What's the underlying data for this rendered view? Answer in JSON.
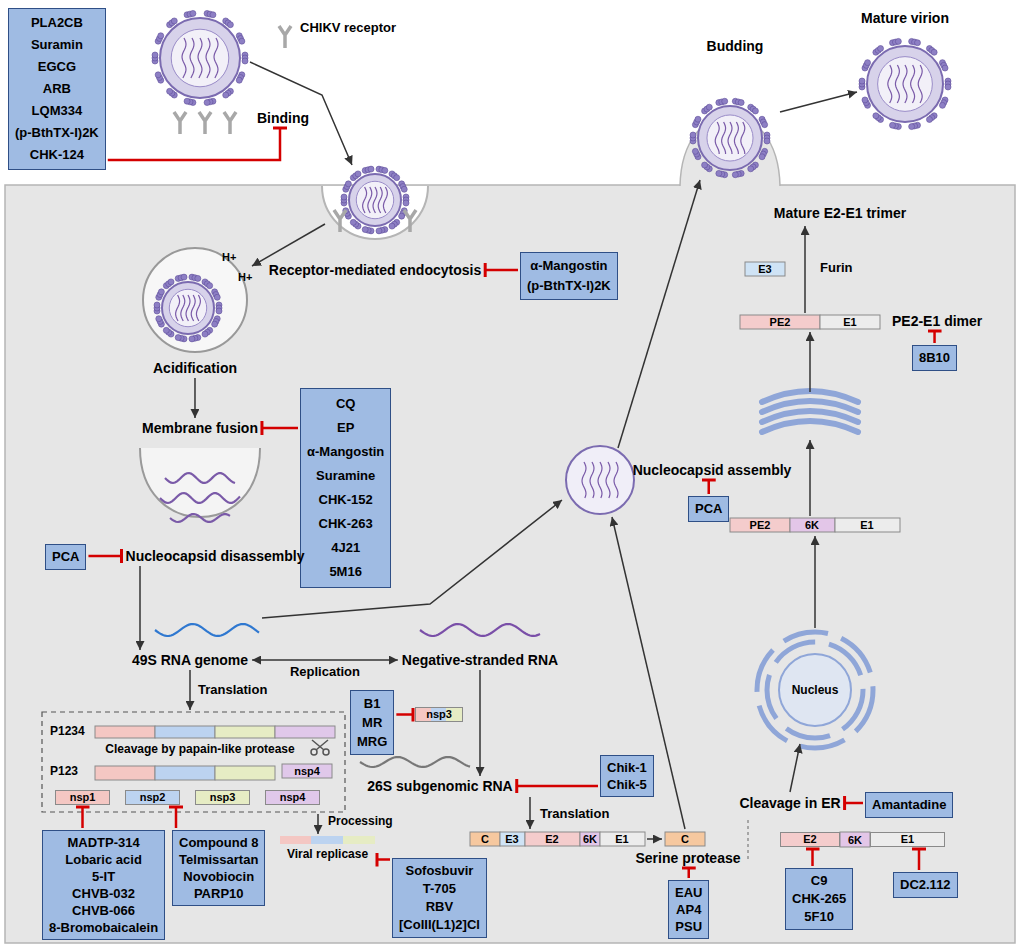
{
  "diagram": {
    "nodes": [
      {
        "text": [
          "PLA2CB",
          "Suramin",
          "EGCG",
          "ARB",
          "LQM334",
          "(p-BthTX-I)2K",
          "CHK-124"
        ]
      },
      {
        "text": [
          "Binding"
        ]
      },
      {
        "text": [
          "Mature virion"
        ]
      },
      {
        "text": [
          "Budding"
        ]
      },
      {
        "text": [
          "Receptor-mediated endocytosis"
        ]
      },
      {
        "text": [
          "α-Mangostin",
          "(p-BthTX-I)2K"
        ]
      },
      {
        "text": [
          "Acidification"
        ]
      },
      {
        "text": [
          "Membrane fusion"
        ]
      },
      {
        "text": [
          "CQ",
          "EP",
          "α-Mangostin",
          "Suramine",
          "CHK-152",
          "CHK-263",
          "4J21",
          "5M16"
        ]
      },
      {
        "text": [
          "Nucleocapsid disassembly"
        ]
      },
      {
        "text": [
          "PCA"
        ]
      },
      {
        "text": [
          "Nucleocapsid assembly"
        ]
      },
      {
        "text": [
          "PCA"
        ]
      },
      {
        "text": [
          "Mature E2-E1 trimer"
        ]
      },
      {
        "text": [
          "PE2-E1 dimer"
        ]
      },
      {
        "text": [
          "8B10"
        ]
      },
      {
        "text": [
          "49S RNA genome"
        ]
      },
      {
        "text": [
          "Negative-stranded RNA"
        ]
      },
      {
        "text": [
          "nsp3"
        ]
      },
      {
        "text": [
          "B1",
          "MR",
          "MRG"
        ]
      },
      {
        "text": [
          "26S subgenomic RNA"
        ]
      },
      {
        "text": [
          "Chik-1",
          "Chik-5"
        ]
      },
      {
        "text": [
          "Cleavage in ER"
        ]
      },
      {
        "text": [
          "Amantadine"
        ]
      },
      {
        "text": [
          "nsp1"
        ]
      },
      {
        "text": [
          "nsp2"
        ]
      },
      {
        "text": [
          "nsp3"
        ]
      },
      {
        "text": [
          "nsp4"
        ]
      },
      {
        "text": [
          "Viral replicase"
        ]
      },
      {
        "text": [
          "Sofosbuvir",
          "T-705",
          "RBV",
          "[CoIII(L1)2]Cl"
        ]
      },
      {
        "text": [
          "Serine protease"
        ]
      },
      {
        "text": [
          "EAU",
          "AP4",
          "PSU"
        ]
      },
      {
        "text": [
          "E2"
        ]
      },
      {
        "text": [
          "E1"
        ]
      },
      {
        "text": [
          "C9",
          "CHK-265",
          "5F10"
        ]
      },
      {
        "text": [
          "DC2.112"
        ]
      },
      {
        "text": [
          "MADTP-314",
          "Lobaric acid",
          "5-IT",
          "CHVB-032",
          "CHVB-066",
          "8-Bromobaicalein"
        ]
      },
      {
        "text": [
          "Compound 8",
          "Telmissartan",
          "Novobiocin",
          "PARP10"
        ]
      }
    ],
    "edges": [
      {
        "from": 0,
        "to": 1,
        "arrow": "to"
      },
      {
        "from": 5,
        "to": 4,
        "arrow": "to"
      },
      {
        "from": 8,
        "to": 7,
        "arrow": "to"
      },
      {
        "from": 10,
        "to": 9,
        "arrow": "to"
      },
      {
        "from": 12,
        "to": 11,
        "arrow": "to"
      },
      {
        "from": 15,
        "to": 14,
        "arrow": "to"
      },
      {
        "from": 19,
        "to": 18,
        "arrow": "to"
      },
      {
        "from": 21,
        "to": 20,
        "arrow": "to"
      },
      {
        "from": 23,
        "to": 22,
        "arrow": "to"
      },
      {
        "from": 36,
        "to": 24,
        "arrow": "to"
      },
      {
        "from": 37,
        "to": 25,
        "arrow": "to"
      },
      {
        "from": 29,
        "to": 28,
        "arrow": "to"
      },
      {
        "from": 31,
        "to": 30,
        "arrow": "to"
      },
      {
        "from": 34,
        "to": 32,
        "arrow": "to"
      },
      {
        "from": 35,
        "to": 33,
        "arrow": "to"
      },
      {
        "from": 6,
        "to": 7,
        "arrow": "to"
      },
      {
        "from": 9,
        "to": 16,
        "arrow": "to"
      },
      {
        "from": 16,
        "to": 17,
        "label": "Replication",
        "arrow": "both"
      },
      {
        "from": 17,
        "to": 20,
        "arrow": "to"
      }
    ],
    "labels": [
      "CHIKV receptor",
      "H+",
      "H+",
      "Translation",
      "P1234",
      "Cleavage by papain-like protease",
      "P123",
      "nsp4",
      "Processing",
      "Translation",
      "C",
      "E3",
      "E2",
      "6K",
      "E1",
      "C",
      "6K",
      "Nucleus",
      "PE2",
      "6K",
      "E1",
      "PE2",
      "E1",
      "E3",
      "Furin"
    ]
  }
}
